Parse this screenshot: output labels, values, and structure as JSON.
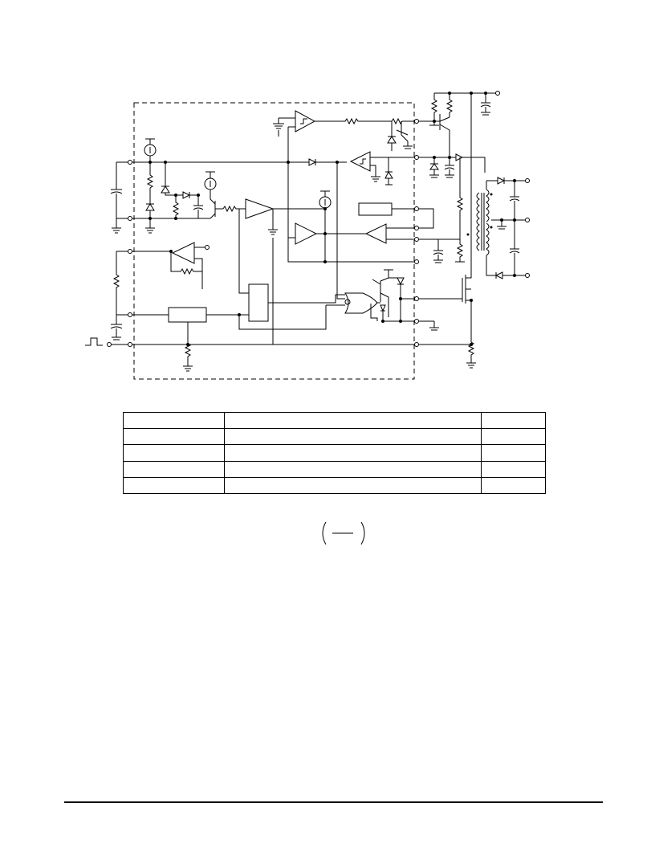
{
  "diagram": {
    "kind": "circuit-schematic",
    "components": {
      "current_sources": 3,
      "comparators_and_amplifiers": 6,
      "transformer": 1,
      "mosfet": 1,
      "or_gate": 1,
      "logic_blocks": 3
    }
  },
  "table": {
    "columns": 3,
    "rows": [
      [
        "",
        "",
        ""
      ],
      [
        "",
        "",
        ""
      ],
      [
        "",
        "",
        ""
      ],
      [
        "",
        "",
        ""
      ],
      [
        "",
        "",
        ""
      ]
    ]
  },
  "formula": {
    "numerator": "",
    "denominator": ""
  },
  "colors": {
    "ink": "#000000",
    "paper": "#ffffff"
  }
}
